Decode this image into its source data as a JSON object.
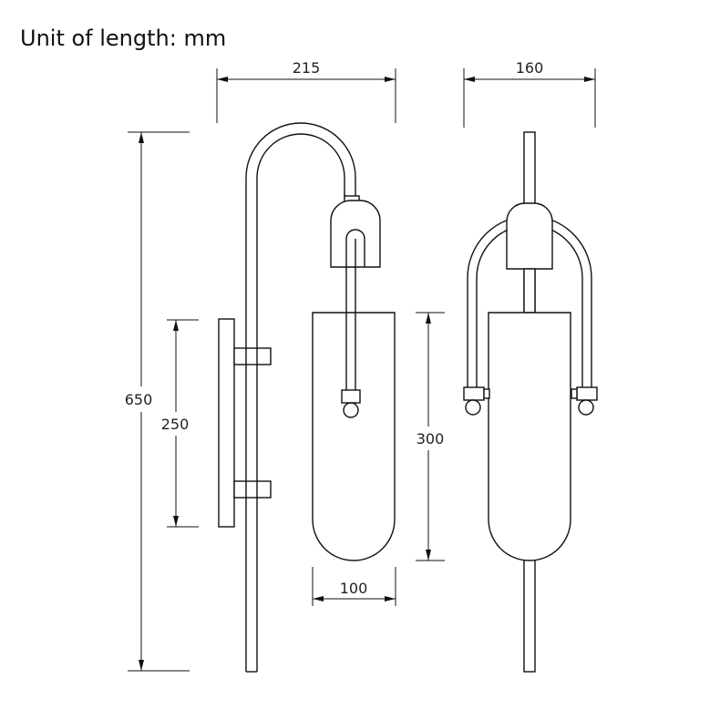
{
  "header": {
    "title": "Unit of length: mm"
  },
  "dimensions": {
    "width_side": "215",
    "width_front": "160",
    "total_height": "650",
    "backplate_height": "250",
    "shade_height": "300",
    "shade_width": "100"
  },
  "colors": {
    "line": "#111111",
    "background": "#ffffff"
  }
}
